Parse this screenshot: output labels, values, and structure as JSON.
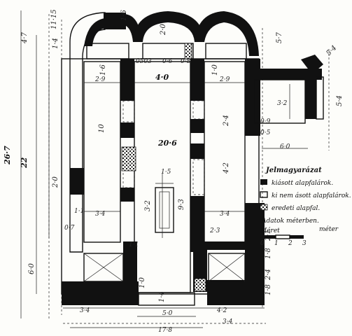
{
  "legend": {
    "title": "Jelmagyarázat",
    "items": [
      {
        "label": "kiásott alapfalárok.",
        "swatch": "solid"
      },
      {
        "label": "ki nem ásott alapfalárok.",
        "swatch": "empty"
      },
      {
        "label": "eredeti alapfal.",
        "swatch": "hatched"
      }
    ],
    "note": "Adatok méterben."
  },
  "scale": {
    "label": "Méret",
    "unit": "méter",
    "ticks": [
      "0",
      "1",
      "2",
      "3"
    ]
  },
  "dimensions": {
    "total_height": "26·7",
    "inner_height": "22",
    "top_left": "4·7",
    "left_upper": "11·15",
    "left_lower": "6·0",
    "left_mid": "2·0",
    "nave_width": "4·0",
    "nave_length": "20·6",
    "left_aisle_w": "2·9",
    "right_aisle_w": "2·9",
    "left_aisle_l": "10",
    "right_aisle_l": "2·4",
    "right_aisle_l2": "4·2",
    "apse_center": "2·0",
    "apse_left": "1·6",
    "apse_right": "1·0",
    "left_lower_w": "3·4",
    "right_lower_w": "3·4",
    "bottom_left": "3·4",
    "bottom_center": "5·0",
    "bottom_right": "4·2",
    "bottom_right2": "3·4",
    "total_width": "17·8",
    "sacristy_h": "3·2",
    "sacristy_w": "6·0",
    "sacristy_side": "5·4",
    "tomb_w": "1·5",
    "tomb_h": "3·2",
    "tomb_h2": "9·3",
    "right_edge_top": "5·7",
    "right_edge_mid": "5·4",
    "corner_1": "0·7",
    "corner_2": "1·1",
    "corner_3": "0·8",
    "small_1": "0·9",
    "small_2": "0·5",
    "code_1": "0503",
    "code_2": "0·6",
    "bottom_h1": "2·4",
    "bottom_h2": "1·8",
    "bottom_h3": "2·1",
    "bottom_h4": "1·8",
    "low_1": "1·0",
    "low_2": "1·4",
    "low_3": "1·1",
    "low_4": "2·3",
    "top_marker": "1·6",
    "top_marker2": "1·4"
  }
}
